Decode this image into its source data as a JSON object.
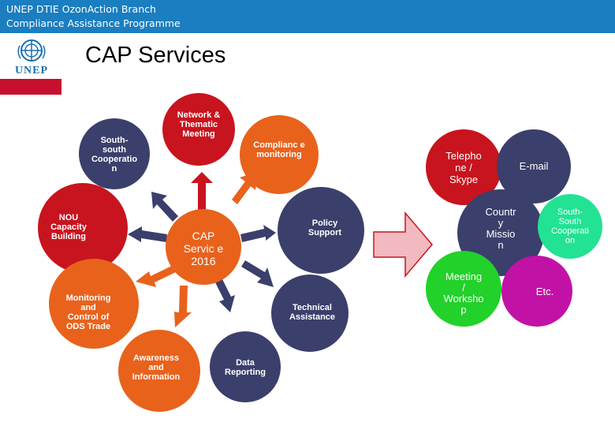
{
  "header": {
    "line1": "UNEP DTIE OzonAction Branch",
    "line2": "Compliance Assistance Programme"
  },
  "logo": {
    "text": "UNEP",
    "icon": "un-emblem-icon"
  },
  "title": "CAP Services",
  "center": {
    "label": "CAP Servic e 2016"
  },
  "services": [
    {
      "label": "Network & Thematic Meeting"
    },
    {
      "label": "Complianc e monitoring"
    },
    {
      "label": "South-south Cooperatio n"
    },
    {
      "label": "NOU Capacity Building"
    },
    {
      "label": "Policy Support"
    },
    {
      "label": "Monitoring and Control of ODS Trade"
    },
    {
      "label": "Technical Assistance"
    },
    {
      "label": "Awareness and Information"
    },
    {
      "label": "Data Reporting"
    }
  ],
  "delivery_modes": [
    {
      "label": "Telepho ne / Skype"
    },
    {
      "label": "E-mail"
    },
    {
      "label": "Countr y Missio n"
    },
    {
      "label": "South-South Cooperati on"
    },
    {
      "label": "Meeting / Worksho p"
    },
    {
      "label": "Etc."
    }
  ],
  "colors": {
    "header": "#1a7ec0",
    "red": "#c8141e",
    "orange": "#e8621c",
    "navy": "#3b3f6b",
    "green_bright": "#22d12a",
    "green_mint": "#22e294",
    "magenta": "#c212a6",
    "big_arrow": "#f2b9c0"
  }
}
